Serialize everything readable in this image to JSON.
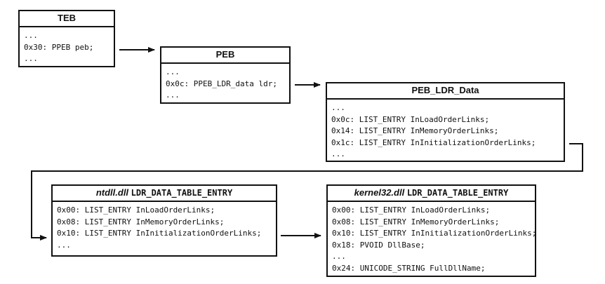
{
  "teb": {
    "title": "TEB",
    "lines": [
      "...",
      "0x30: PPEB peb;",
      "..."
    ]
  },
  "peb": {
    "title": "PEB",
    "lines": [
      "...",
      "0x0c: PPEB_LDR_data ldr;",
      "..."
    ]
  },
  "peb_ldr_data": {
    "title": "PEB_LDR_Data",
    "lines": [
      "...",
      "0x0c: LIST_ENTRY InLoadOrderLinks;",
      "0x14: LIST_ENTRY InMemoryOrderLinks;",
      "0x1c: LIST_ENTRY InInitializationOrderLinks;",
      "..."
    ]
  },
  "ntdll_entry": {
    "dll": "ntdll.dll",
    "struct": "LDR_DATA_TABLE_ENTRY",
    "lines": [
      "0x00: LIST_ENTRY InLoadOrderLinks;",
      "0x08: LIST_ENTRY InMemoryOrderLinks;",
      "0x10: LIST_ENTRY InInitializationOrderLinks;",
      "..."
    ]
  },
  "kernel32_entry": {
    "dll": "kernel32.dll",
    "struct": "LDR_DATA_TABLE_ENTRY",
    "lines": [
      "0x00: LIST_ENTRY InLoadOrderLinks;",
      "0x08: LIST_ENTRY InMemoryOrderLinks;",
      "0x10: LIST_ENTRY InInitializationOrderLinks;",
      "0x18: PVOID DllBase;",
      "...",
      "0x24: UNICODE_STRING FullDllName;"
    ]
  }
}
